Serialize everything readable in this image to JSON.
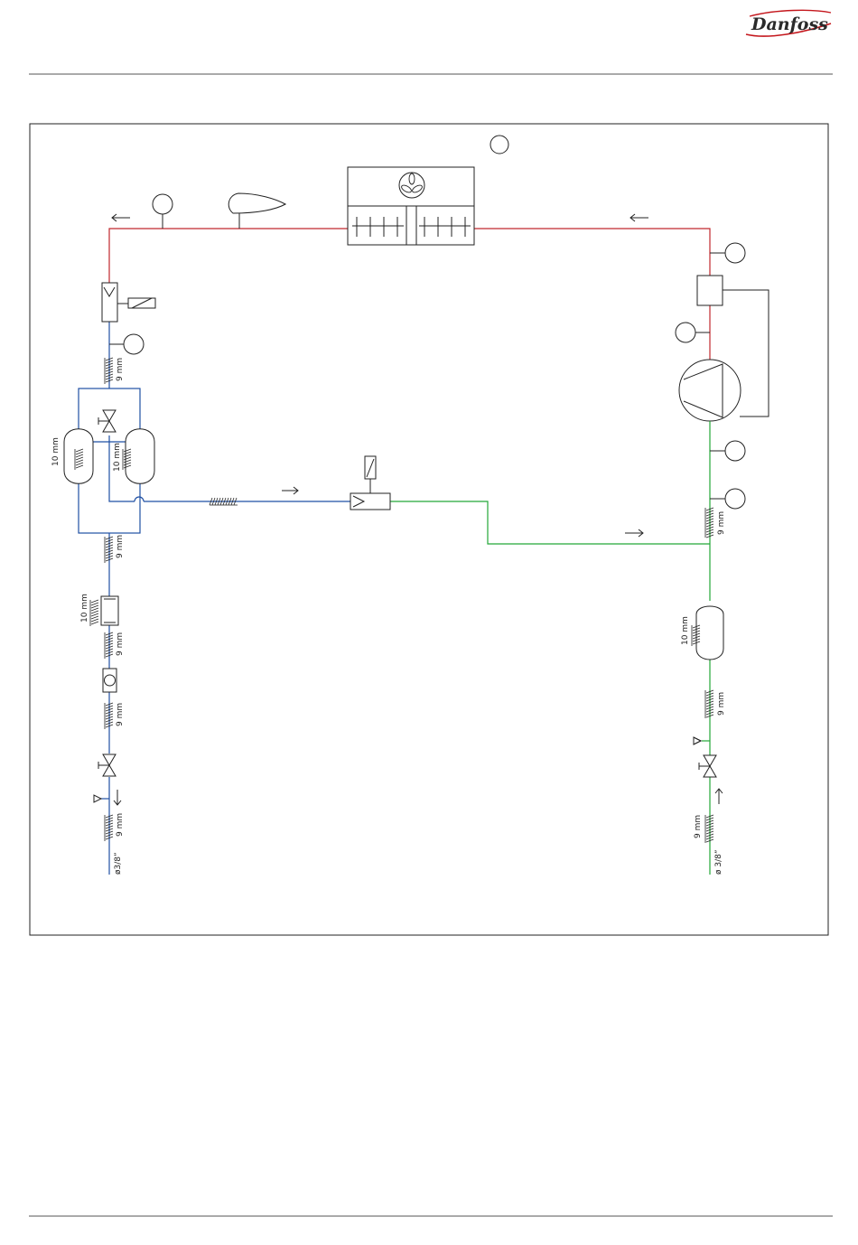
{
  "header": {
    "brand": "Danfoss"
  },
  "colors": {
    "discharge_line": "#c0272d",
    "liquid_line": "#1f4fa3",
    "suction_line": "#23a637",
    "frame": "#1a1a1a"
  },
  "diagram": {
    "labels": {
      "tube_9mm": "9 mm",
      "tube_10mm": "10 mm",
      "pipe_left": "ø3/8”",
      "pipe_right": "ø 3/8”"
    }
  }
}
